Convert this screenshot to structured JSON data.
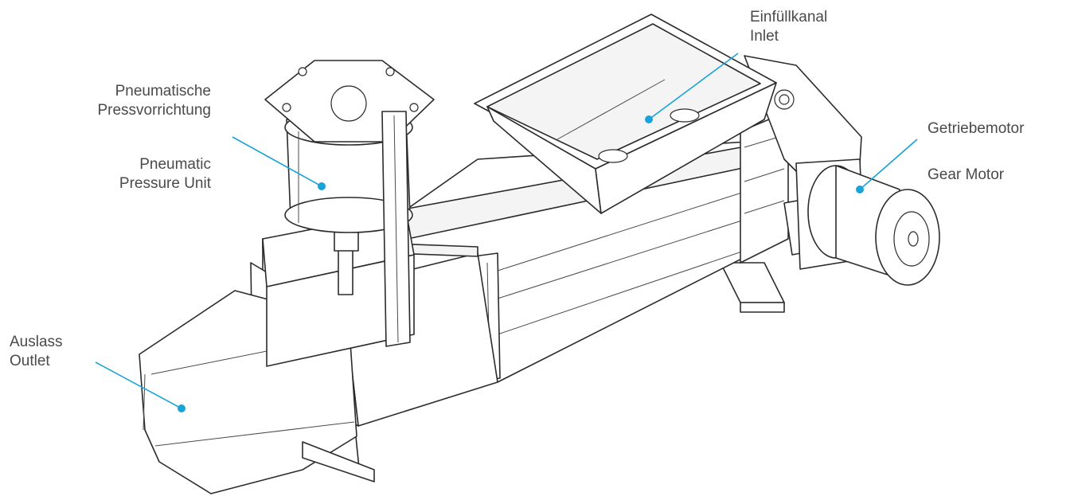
{
  "diagram": {
    "callouts": [
      {
        "id": "pressure",
        "lines": [
          "Pneumatische",
          "Pressvorrichtung"
        ]
      },
      {
        "id": "pressure_en",
        "lines": [
          "Pneumatic",
          "Pressure Unit"
        ]
      },
      {
        "id": "inlet",
        "lines": [
          "Einfüllkanal",
          "Inlet"
        ]
      },
      {
        "id": "motor",
        "lines": [
          "Getriebemotor"
        ]
      },
      {
        "id": "motor_en",
        "lines": [
          "Gear Motor"
        ]
      },
      {
        "id": "outlet",
        "lines": [
          "Auslass",
          "Outlet"
        ]
      }
    ],
    "accent_color": "#1aa3d9",
    "line_color": "#2b2b2b",
    "text_color": "#4a4a4a"
  }
}
